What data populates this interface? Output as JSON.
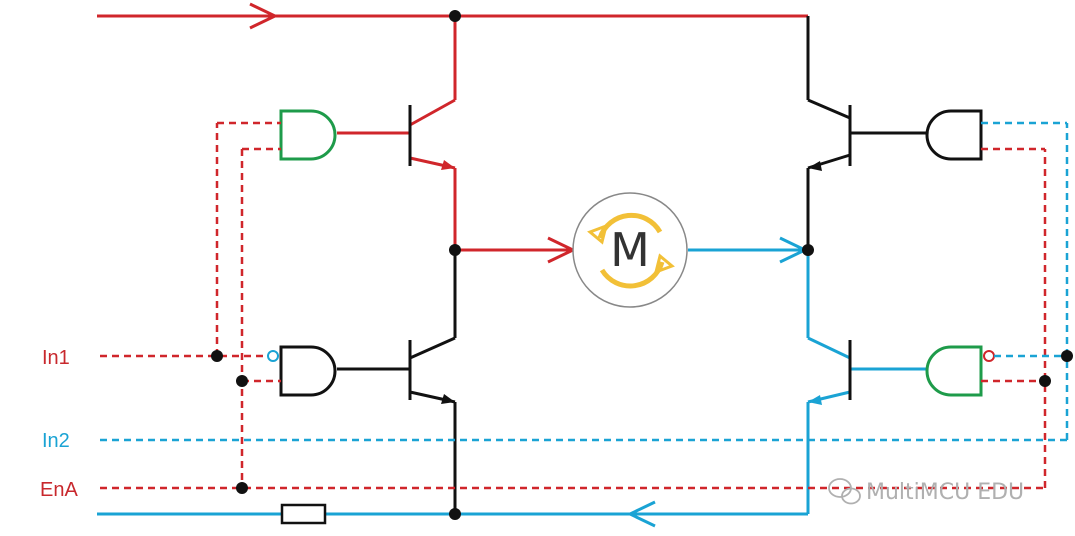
{
  "labels": {
    "in1": "In1",
    "in2": "In2",
    "ena": "EnA",
    "motor": "M"
  },
  "watermark": {
    "text": "MultiMCU EDU",
    "icon": "wechat-icon"
  },
  "colors": {
    "red": "#d0262b",
    "blue": "#1aa3d4",
    "green": "#1e9b4a",
    "black": "#111111",
    "motor_ring": "#f2c037",
    "label_red": "#c8282d",
    "label_blue": "#1aa3d4",
    "watermark": "#b0b0b0"
  }
}
